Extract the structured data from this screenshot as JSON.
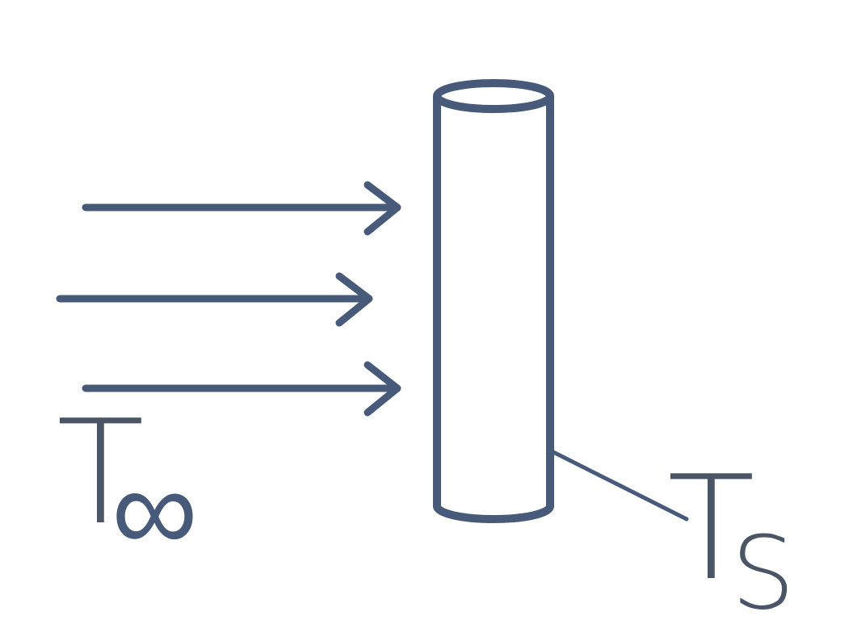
{
  "diagram": {
    "ambient_label": "T",
    "ambient_subscript": "∞",
    "surface_label": "T",
    "surface_subscript": "S",
    "colors": {
      "stroke": "#475a7a",
      "label": "#4a5566",
      "background": "#ffffff"
    },
    "icons": [
      "flow-arrow-icon",
      "cylinder-icon",
      "leader-line"
    ]
  }
}
